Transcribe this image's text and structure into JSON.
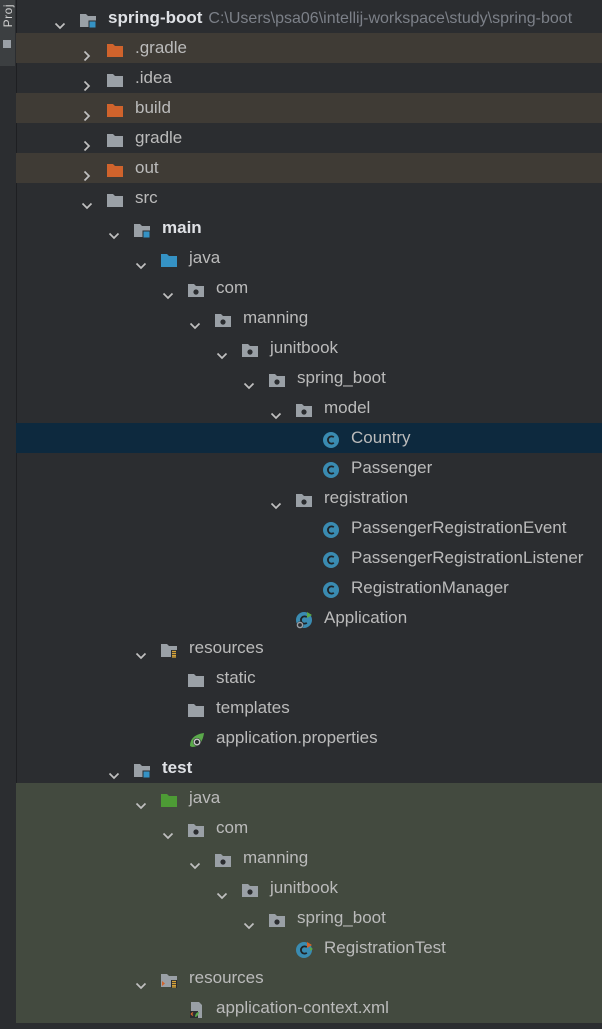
{
  "sidebar": {
    "tab_label": "Proj"
  },
  "tree": {
    "rows": [
      {
        "indent": 0,
        "chevron": "down",
        "icon": "module-folder-icon",
        "label": "spring-boot",
        "bold": true,
        "path": "C:\\Users\\psa06\\intellij-workspace\\study\\spring-boot",
        "bg": "none"
      },
      {
        "indent": 1,
        "chevron": "right",
        "icon": "excluded-folder-icon",
        "label": ".gradle",
        "bg": "excluded"
      },
      {
        "indent": 1,
        "chevron": "right",
        "icon": "folder-icon",
        "label": ".idea",
        "bg": "none"
      },
      {
        "indent": 1,
        "chevron": "right",
        "icon": "excluded-folder-icon",
        "label": "build",
        "bg": "excluded"
      },
      {
        "indent": 1,
        "chevron": "right",
        "icon": "folder-icon",
        "label": "gradle",
        "bg": "none"
      },
      {
        "indent": 1,
        "chevron": "right",
        "icon": "excluded-folder-icon",
        "label": "out",
        "bg": "excluded"
      },
      {
        "indent": 1,
        "chevron": "down",
        "icon": "folder-icon",
        "label": "src",
        "bg": "none"
      },
      {
        "indent": 2,
        "chevron": "down",
        "icon": "module-folder-icon",
        "label": "main",
        "bold": true,
        "bg": "none"
      },
      {
        "indent": 3,
        "chevron": "down",
        "icon": "source-folder-icon",
        "label": "java",
        "bg": "none"
      },
      {
        "indent": 4,
        "chevron": "down",
        "icon": "package-icon",
        "label": "com",
        "bg": "none"
      },
      {
        "indent": 5,
        "chevron": "down",
        "icon": "package-icon",
        "label": "manning",
        "bg": "none"
      },
      {
        "indent": 6,
        "chevron": "down",
        "icon": "package-icon",
        "label": "junitbook",
        "bg": "none"
      },
      {
        "indent": 7,
        "chevron": "down",
        "icon": "package-icon",
        "label": "spring_boot",
        "bg": "none"
      },
      {
        "indent": 8,
        "chevron": "down",
        "icon": "package-icon",
        "label": "model",
        "bg": "none"
      },
      {
        "indent": 9,
        "chevron": "none",
        "icon": "class-icon",
        "label": "Country",
        "bg": "selected"
      },
      {
        "indent": 9,
        "chevron": "none",
        "icon": "class-icon",
        "label": "Passenger",
        "bg": "none"
      },
      {
        "indent": 8,
        "chevron": "down",
        "icon": "package-icon",
        "label": "registration",
        "bg": "none"
      },
      {
        "indent": 9,
        "chevron": "none",
        "icon": "class-icon",
        "label": "PassengerRegistrationEvent",
        "bg": "none"
      },
      {
        "indent": 9,
        "chevron": "none",
        "icon": "class-icon",
        "label": "PassengerRegistrationListener",
        "bg": "none"
      },
      {
        "indent": 9,
        "chevron": "none",
        "icon": "class-icon",
        "label": "RegistrationManager",
        "bg": "none"
      },
      {
        "indent": 8,
        "chevron": "none",
        "icon": "spring-boot-app-icon",
        "label": "Application",
        "bg": "none"
      },
      {
        "indent": 3,
        "chevron": "down",
        "icon": "resources-folder-icon",
        "label": "resources",
        "bg": "none"
      },
      {
        "indent": 4,
        "chevron": "none",
        "icon": "folder-icon",
        "label": "static",
        "bg": "none"
      },
      {
        "indent": 4,
        "chevron": "none",
        "icon": "folder-icon",
        "label": "templates",
        "bg": "none"
      },
      {
        "indent": 4,
        "chevron": "none",
        "icon": "spring-properties-icon",
        "label": "application.properties",
        "bg": "none"
      },
      {
        "indent": 2,
        "chevron": "down",
        "icon": "module-folder-icon",
        "label": "test",
        "bold": true,
        "bg": "none"
      },
      {
        "indent": 3,
        "chevron": "down",
        "icon": "test-source-folder-icon",
        "label": "java",
        "bg": "testroot"
      },
      {
        "indent": 4,
        "chevron": "down",
        "icon": "package-icon",
        "label": "com",
        "bg": "testroot"
      },
      {
        "indent": 5,
        "chevron": "down",
        "icon": "package-icon",
        "label": "manning",
        "bg": "testroot"
      },
      {
        "indent": 6,
        "chevron": "down",
        "icon": "package-icon",
        "label": "junitbook",
        "bg": "testroot"
      },
      {
        "indent": 7,
        "chevron": "down",
        "icon": "package-icon",
        "label": "spring_boot",
        "bg": "testroot"
      },
      {
        "indent": 8,
        "chevron": "none",
        "icon": "test-class-icon",
        "label": "RegistrationTest",
        "bg": "testroot"
      },
      {
        "indent": 3,
        "chevron": "down",
        "icon": "test-resources-folder-icon",
        "label": "resources",
        "bg": "testroot"
      },
      {
        "indent": 4,
        "chevron": "none",
        "icon": "spring-xml-icon",
        "label": "application-context.xml",
        "bg": "testroot"
      }
    ]
  },
  "colors": {
    "background": "#2b2d30",
    "excluded_row": "#3f3b35",
    "selected_row": "#0d293e",
    "test_row": "#434a3f",
    "folder_gray": "#9aa0a6",
    "excluded_orange": "#d0632c",
    "source_blue": "#3592c4",
    "test_green": "#4d9b35",
    "class_teal": "#3a8bb1"
  }
}
